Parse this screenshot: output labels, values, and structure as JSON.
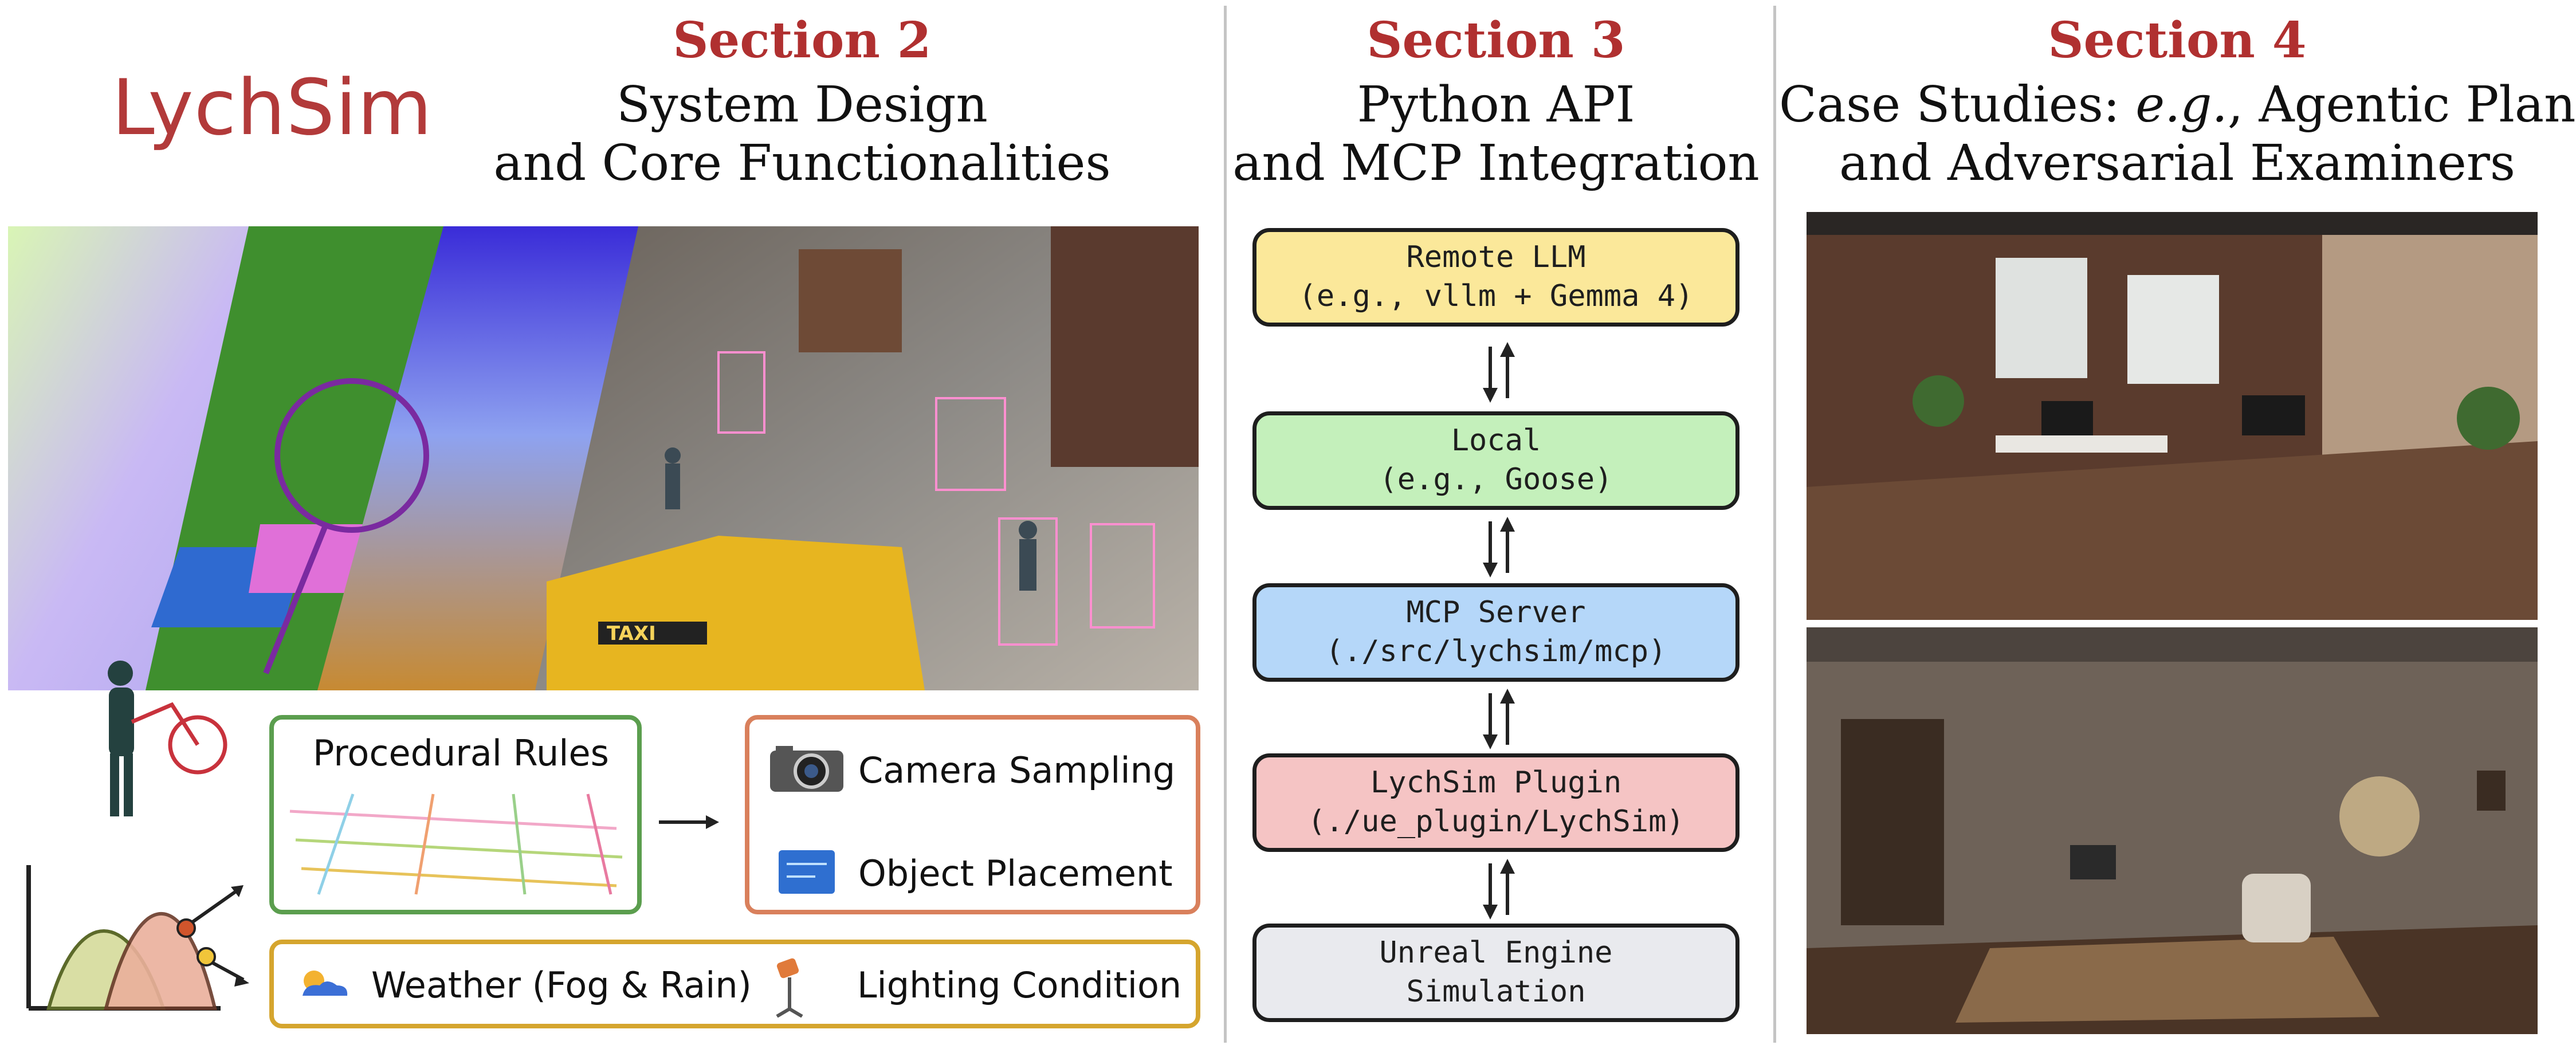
{
  "logo": "LychSim",
  "section2": {
    "heading": "Section 2",
    "subtitle_line1": "System Design",
    "subtitle_line2": "and Core Functionalities",
    "procedural_rules": "Procedural Rules",
    "camera_sampling": "Camera Sampling",
    "object_placement": "Object Placement",
    "weather": "Weather (Fog & Rain)",
    "lighting": "Lighting Condition",
    "taxi_text": "TAXI"
  },
  "section3": {
    "heading": "Section 3",
    "subtitle_line1": "Python API",
    "subtitle_line2": "and MCP Integration",
    "boxes": [
      {
        "line1": "Remote LLM",
        "line2": "(e.g., vllm + Gemma 4)",
        "color": "#fbe89a"
      },
      {
        "line1": "Local",
        "line2": "(e.g., Goose)",
        "color": "#c4f0bb"
      },
      {
        "line1": "MCP Server",
        "line2": "(./src/lychsim/mcp)",
        "color": "#b5d7f9"
      },
      {
        "line1": "LychSim Plugin",
        "line2": "(./ue_plugin/LychSim)",
        "color": "#f5c4c4"
      },
      {
        "line1": "Unreal Engine",
        "line2": "Simulation",
        "color": "#e9eaee"
      }
    ]
  },
  "section4": {
    "heading": "Section 4",
    "subtitle_line1_pre": "Case Studies: ",
    "subtitle_line1_em": "e.g.",
    "subtitle_line1_post": ", Agentic Planning",
    "subtitle_line2": "and Adversarial Examiners"
  },
  "colors": {
    "accent_red": "#b03030",
    "green_border": "#5b9e4e",
    "orange_border": "#d9805c",
    "gold_border": "#d5a52e",
    "divider": "#c4c4c4"
  }
}
